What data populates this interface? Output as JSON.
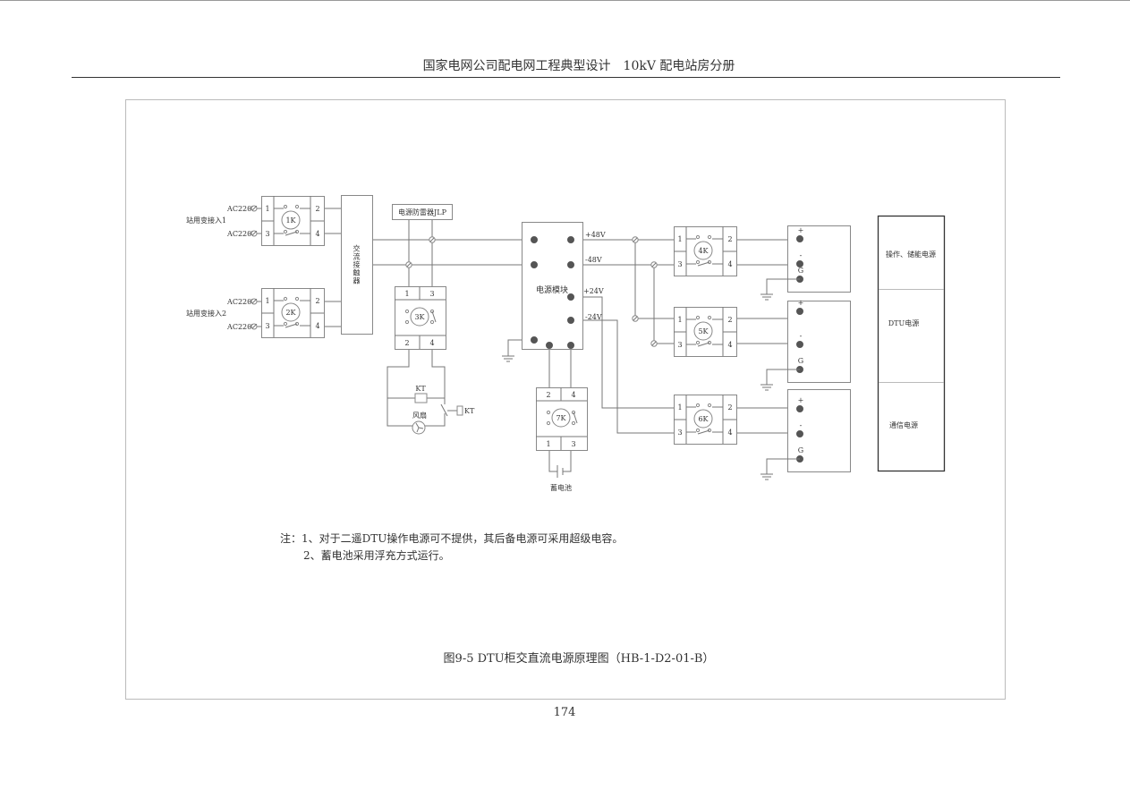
{
  "header": {
    "title": "国家电网公司配电网工程典型设计　10kV 配电站房分册"
  },
  "page_number": "174",
  "diagram": {
    "inputs": [
      {
        "label": "站用变接入1",
        "ac_top": "AC220V",
        "ac_bottom": "AC220V"
      },
      {
        "label": "站用变接入2",
        "ac_top": "AC220V",
        "ac_bottom": "AC220V"
      }
    ],
    "contactor": "交流接触器",
    "surge_protector": "电源防雷器JLP",
    "power_module": "电源模块",
    "outputs": {
      "p48": "+48V",
      "n48": "-48V",
      "p24": "+24V",
      "n24": "-24V"
    },
    "relays": [
      {
        "name": "1K",
        "terminals": [
          "1",
          "2",
          "3",
          "4"
        ]
      },
      {
        "name": "2K",
        "terminals": [
          "1",
          "2",
          "3",
          "4"
        ]
      },
      {
        "name": "3K",
        "terminals": [
          "1",
          "3",
          "2",
          "4"
        ]
      },
      {
        "name": "4K",
        "terminals": [
          "1",
          "2",
          "3",
          "4"
        ]
      },
      {
        "name": "5K",
        "terminals": [
          "1",
          "2",
          "3",
          "4"
        ]
      },
      {
        "name": "6K",
        "terminals": [
          "1",
          "2",
          "3",
          "4"
        ]
      },
      {
        "name": "7K",
        "terminals": [
          "2",
          "4",
          "1",
          "3"
        ]
      }
    ],
    "timer_coil": "KT",
    "timer_contact": "KT",
    "fan": "风扇",
    "battery": "蓄电池",
    "load_terminals": {
      "plus": "+",
      "minus": "-",
      "ground": "G"
    },
    "loads": [
      "操作、储能电源",
      "DTU电源",
      "通信电源"
    ]
  },
  "notes": [
    "注：1、对于二遥DTU操作电源可不提供，其后备电源可采用超级电容。",
    "2、蓄电池采用浮充方式运行。"
  ],
  "caption": "图9-5 DTU柜交直流电源原理图（HB-1-D2-01-B）"
}
